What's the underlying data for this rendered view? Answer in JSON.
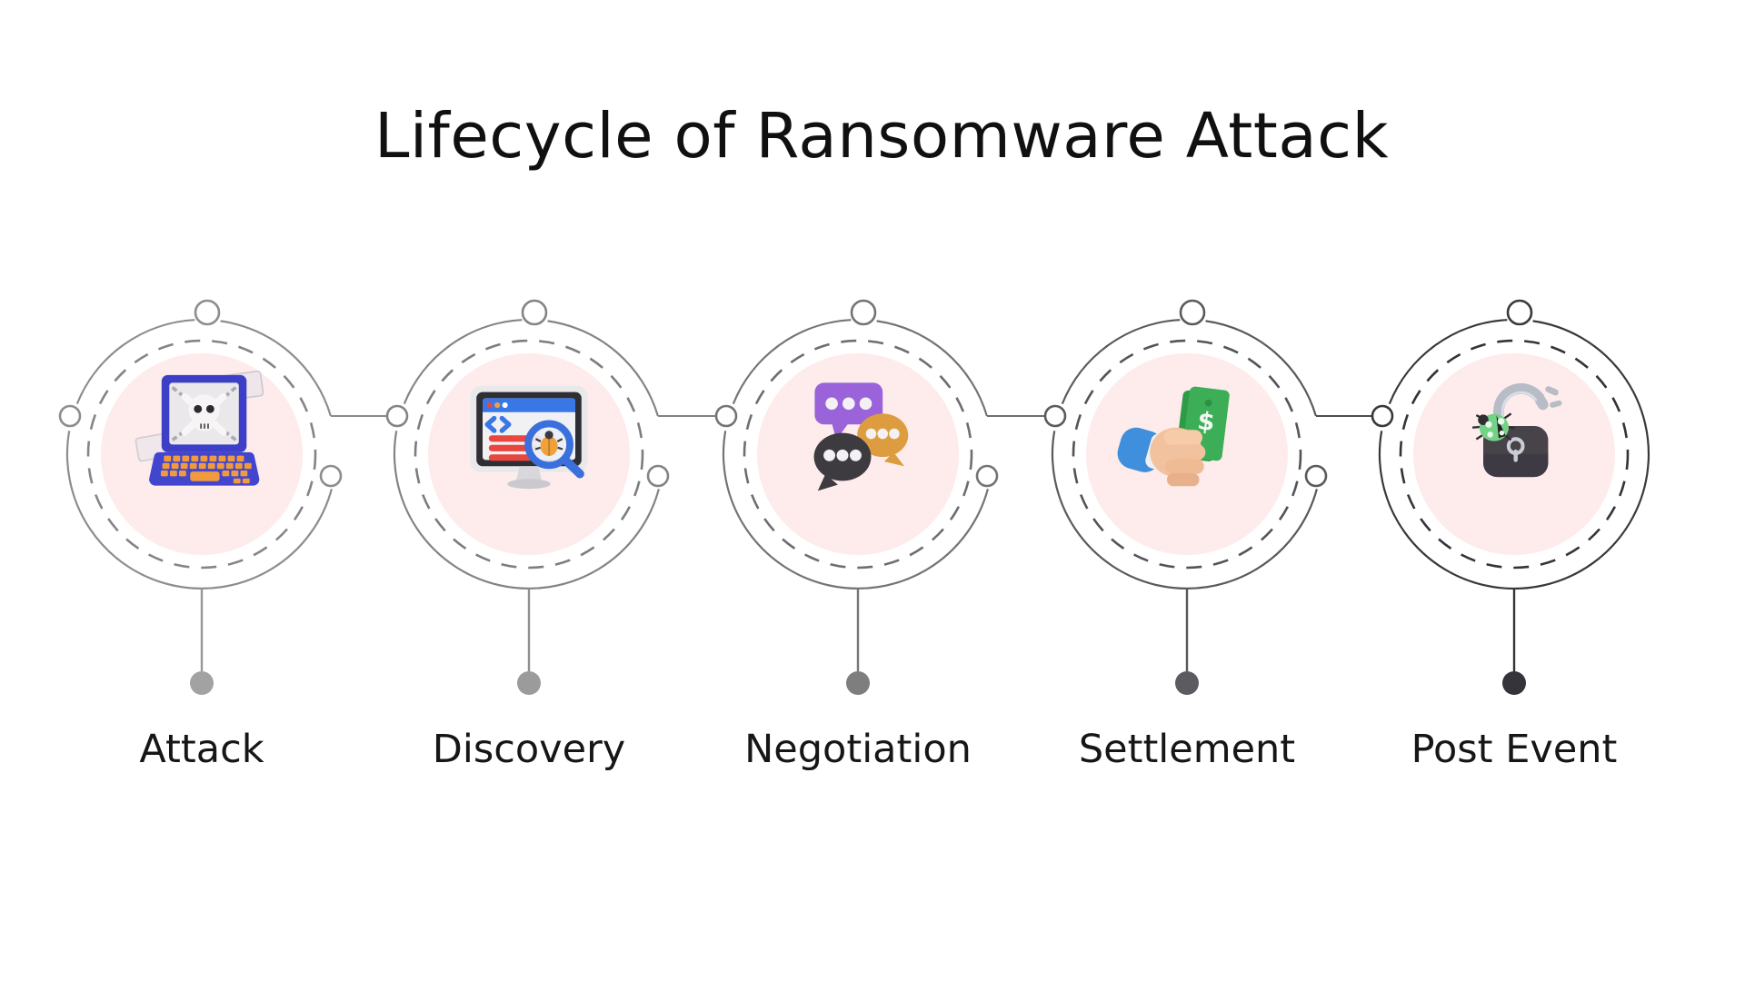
{
  "title": "Lifecycle of Ransomware Attack",
  "colors": {
    "background": "#ffffff",
    "title_color": "#101010",
    "label_color": "#161616",
    "inner_circle_fill": "#fdeceb",
    "node_fill": "#ffffff"
  },
  "stages": [
    {
      "label": "Attack",
      "icon": "laptop-skull-icon",
      "ring_color": "#8d8d8d",
      "dash_color": "#858585",
      "dot_color": "#a2a2a2",
      "stem_color": "#979797",
      "connector_color": "#8a8a8a",
      "has_connector": true
    },
    {
      "label": "Discovery",
      "icon": "monitor-bug-search-icon",
      "ring_color": "#848484",
      "dash_color": "#7d7d7d",
      "dot_color": "#9b9b9b",
      "stem_color": "#8f8f8f",
      "connector_color": "#828282",
      "has_connector": true
    },
    {
      "label": "Negotiation",
      "icon": "chat-bubbles-icon",
      "ring_color": "#747474",
      "dash_color": "#6e6e6e",
      "dot_color": "#7e7e7e",
      "stem_color": "#767676",
      "connector_color": "#6f6f6f",
      "has_connector": true
    },
    {
      "label": "Settlement",
      "icon": "hand-money-icon",
      "ring_color": "#5a5a5c",
      "dash_color": "#545456",
      "dot_color": "#5c5c60",
      "stem_color": "#57575b",
      "connector_color": "#4d4d50",
      "has_connector": true
    },
    {
      "label": "Post Event",
      "icon": "unlocked-padlock-bug-icon",
      "ring_color": "#39393d",
      "dash_color": "#343438",
      "dot_color": "#34343a",
      "stem_color": "#333338",
      "connector_color": "#444444",
      "has_connector": false
    }
  ]
}
